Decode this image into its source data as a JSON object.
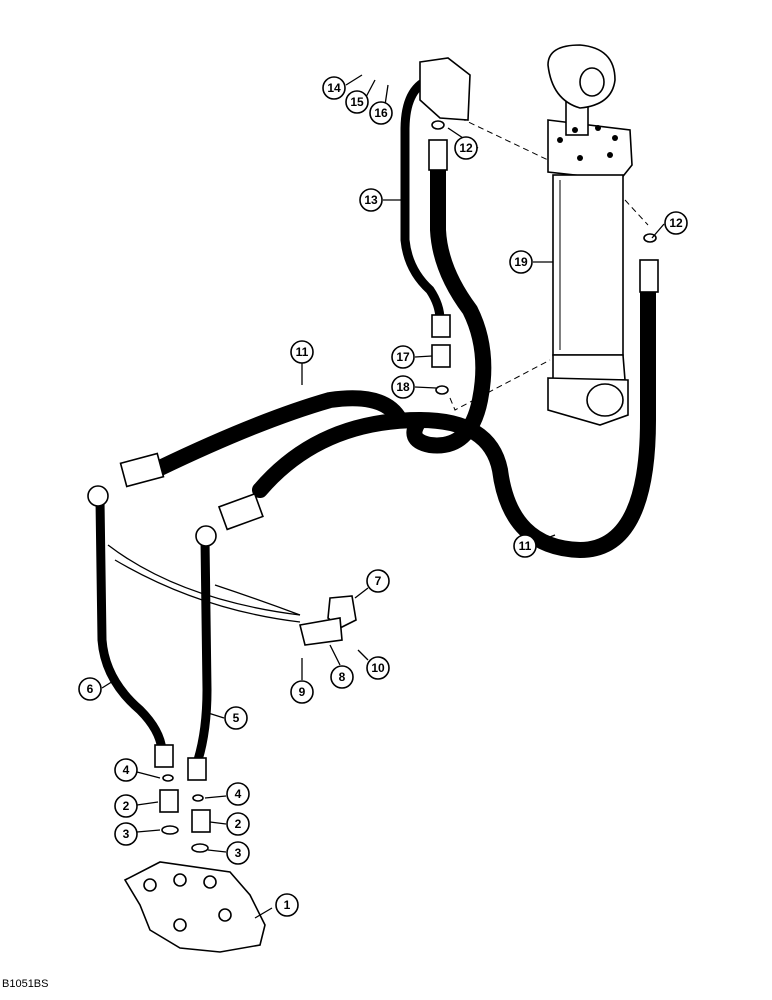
{
  "figure_code": "B1051BS",
  "callouts": [
    {
      "id": "c1",
      "num": "1"
    },
    {
      "id": "c2a",
      "num": "2"
    },
    {
      "id": "c2b",
      "num": "2"
    },
    {
      "id": "c3a",
      "num": "3"
    },
    {
      "id": "c3b",
      "num": "3"
    },
    {
      "id": "c4a",
      "num": "4"
    },
    {
      "id": "c4b",
      "num": "4"
    },
    {
      "id": "c5",
      "num": "5"
    },
    {
      "id": "c6",
      "num": "6"
    },
    {
      "id": "c7",
      "num": "7"
    },
    {
      "id": "c8",
      "num": "8"
    },
    {
      "id": "c9",
      "num": "9"
    },
    {
      "id": "c10",
      "num": "10"
    },
    {
      "id": "c11a",
      "num": "11"
    },
    {
      "id": "c11b",
      "num": "11"
    },
    {
      "id": "c12a",
      "num": "12"
    },
    {
      "id": "c12b",
      "num": "12"
    },
    {
      "id": "c13",
      "num": "13"
    },
    {
      "id": "c14",
      "num": "14"
    },
    {
      "id": "c15",
      "num": "15"
    },
    {
      "id": "c16",
      "num": "16"
    },
    {
      "id": "c17",
      "num": "17"
    },
    {
      "id": "c18",
      "num": "18"
    },
    {
      "id": "c19",
      "num": "19"
    }
  ]
}
